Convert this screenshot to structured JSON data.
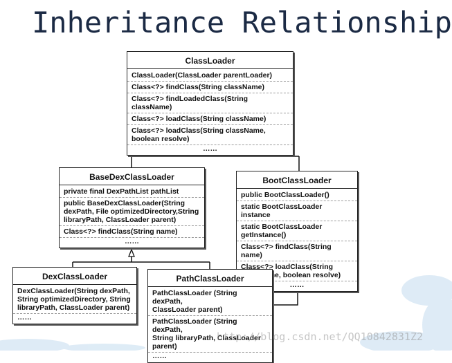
{
  "title": "Inheritance Relationship",
  "classes": {
    "classloader": {
      "name": "ClassLoader",
      "members": [
        "ClassLoader(ClassLoader parentLoader)",
        "Class<?> findClass(String className)",
        "Class<?> findLoadedClass(String className)",
        "Class<?> loadClass(String className)",
        "Class<?> loadClass(String className,\nboolean resolve)"
      ],
      "more": "……"
    },
    "basedex": {
      "name": "BaseDexClassLoader",
      "members": [
        "private final DexPathList pathList",
        "public BaseDexClassLoader(String\ndexPath, File optimizedDirectory,String\nlibraryPath, ClassLoader parent)",
        "Class<?> findClass(String name)"
      ],
      "more": "……"
    },
    "boot": {
      "name": "BootClassLoader",
      "members": [
        "public BootClassLoader()",
        "static BootClassLoader instance",
        "static BootClassLoader\ngetInstance()",
        "Class<?> findClass(String name)",
        "Class<?> loadClass(String\nclassName, boolean resolve)"
      ],
      "more": "……"
    },
    "dex": {
      "name": "DexClassLoader",
      "members": [
        "DexClassLoader(String dexPath,\nString optimizedDirectory, String\nlibraryPath, ClassLoader parent)"
      ],
      "more": "……"
    },
    "path": {
      "name": "PathClassLoader",
      "members": [
        "PathClassLoader (String dexPath,\nClassLoader parent)",
        "PathClassLoader (String dexPath,\nString libraryPath, ClassLoader\nparent)"
      ],
      "more": "……"
    }
  },
  "watermark": "http://blog.csdn.net/QQ10842831Z2",
  "colors": {
    "line": "#111111",
    "title": "#1b2a44",
    "frost": "#cfe3f3"
  }
}
